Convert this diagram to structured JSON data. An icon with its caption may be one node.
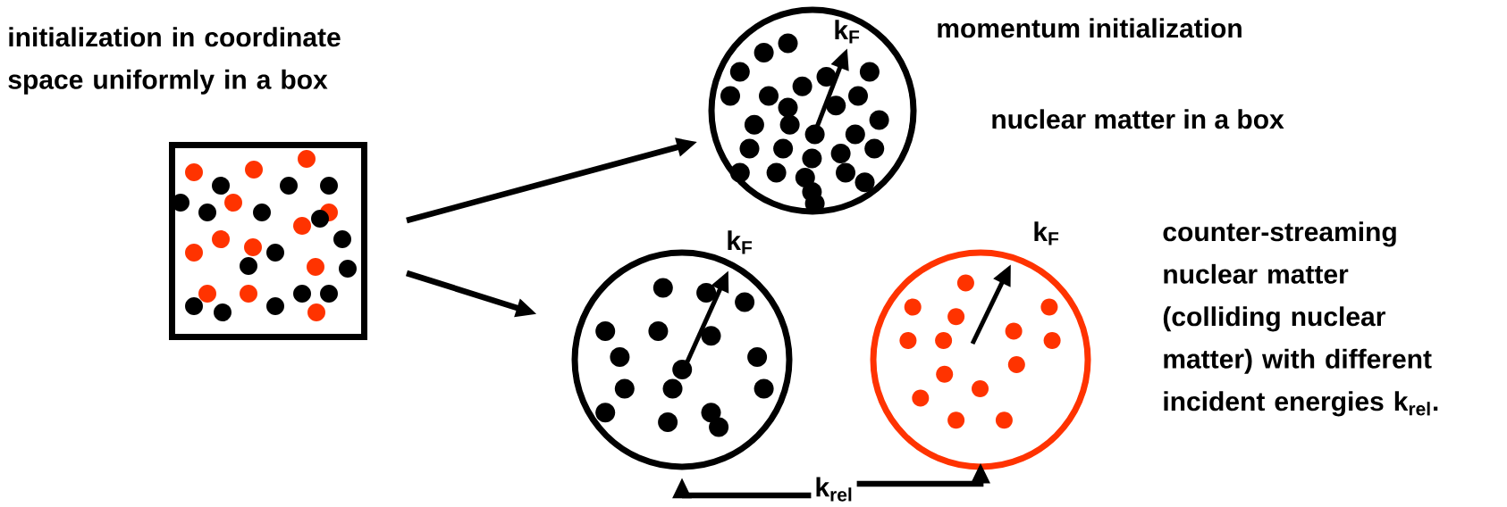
{
  "diagram": {
    "nodes": [
      {
        "text": [],
        "shape": "box"
      },
      {
        "text": [],
        "shape": "circle"
      },
      {
        "text": [],
        "shape": "circle"
      },
      {
        "text": [],
        "shape": "circle"
      },
      {
        "text": [
          "k$_{rel}$"
        ]
      }
    ],
    "edges": [
      {
        "from": 0,
        "to": 1,
        "arrow": "to"
      },
      {
        "from": 0,
        "to": 2,
        "arrow": "to"
      },
      {
        "from": 4,
        "to": 2,
        "arrow": "to"
      },
      {
        "from": 4,
        "to": 3,
        "arrow": "to"
      }
    ],
    "labels": [
      "k$_{F}$",
      "momentum initialization",
      "initialization in coordinate space uniformly in a box",
      "nuclear matter in a box",
      "k$_{F}$",
      "k$_{F}$",
      "counter-streaming nuclear matter (colliding nuclear matter) with different incident energies k$_{rel}$."
    ]
  }
}
